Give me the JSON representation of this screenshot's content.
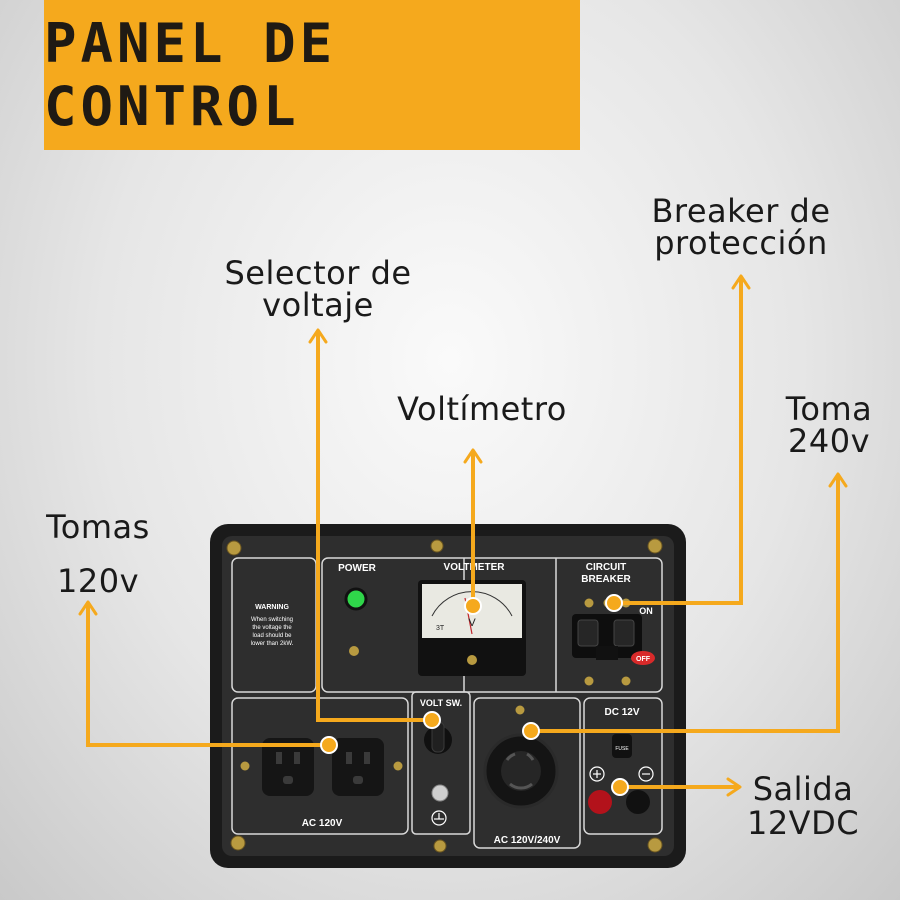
{
  "banner": {
    "title": "PANEL DE CONTROL",
    "color": "#f5a91d"
  },
  "callouts": {
    "tomas_120": {
      "line1": "Tomas",
      "line2": "120v"
    },
    "selector": {
      "line1": "Selector de",
      "line2": "voltaje"
    },
    "voltimetro": {
      "line1": "Voltímetro"
    },
    "breaker": {
      "line1": "Breaker de",
      "line2": "protección"
    },
    "toma_240": {
      "line1": "Toma",
      "line2": "240v"
    },
    "salida": {
      "line1": "Salida",
      "line2": "12VDC"
    },
    "arrow_color": "#f5a91d"
  },
  "panel": {
    "power": "POWER",
    "voltmeter": "VOLTMETER",
    "meter_face": "V",
    "meter_small": "3T",
    "circuit": "CIRCUIT",
    "breaker": "BREAKER",
    "on": "ON",
    "off": "OFF",
    "warning_title": "WARNING",
    "warning_1": "When switching",
    "warning_2": "the voltage the",
    "warning_3": "load should be",
    "warning_4": "lower than 2kW.",
    "volt_sw": "VOLT SW.",
    "dc": "DC 12V",
    "fuse": "FUSE",
    "ac120": "AC 120V",
    "ac240": "AC 120V/240V"
  }
}
